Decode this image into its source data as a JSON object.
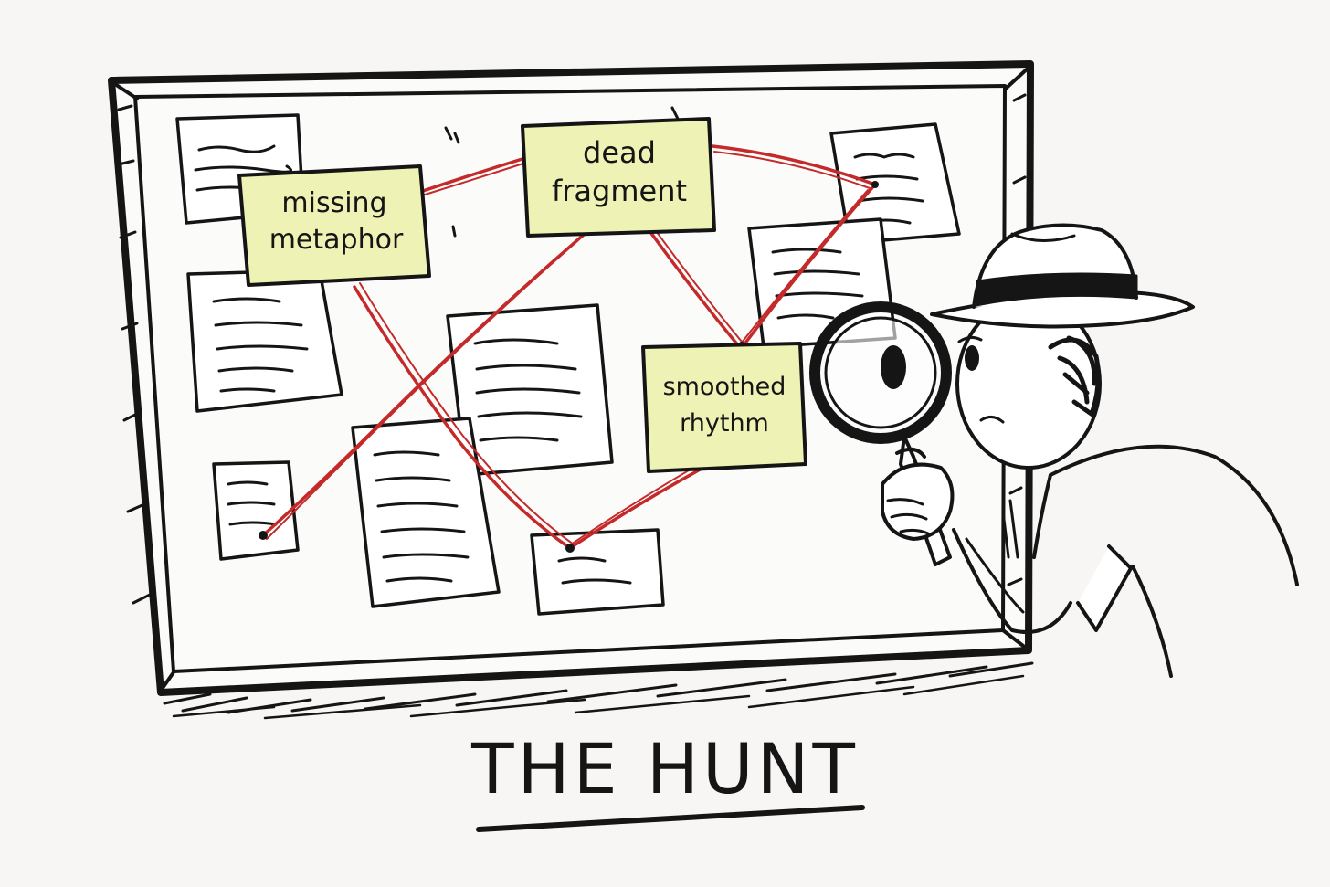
{
  "title": "THE HUNT",
  "notes": [
    {
      "id": "missing-metaphor",
      "lines": [
        "missing",
        "metaphor"
      ]
    },
    {
      "id": "dead-fragment",
      "lines": [
        "dead",
        "fragment"
      ]
    },
    {
      "id": "smoothed-rhythm",
      "lines": [
        "smoothed",
        "rhythm"
      ]
    }
  ],
  "colors": {
    "ink": "#151515",
    "string": "#c42a2a",
    "sticky_note": "#eef2b4",
    "paper": "#ffffff",
    "background": "#f7f6f4"
  },
  "icons": [
    "magnifying-glass-icon",
    "detective-hat-icon"
  ]
}
